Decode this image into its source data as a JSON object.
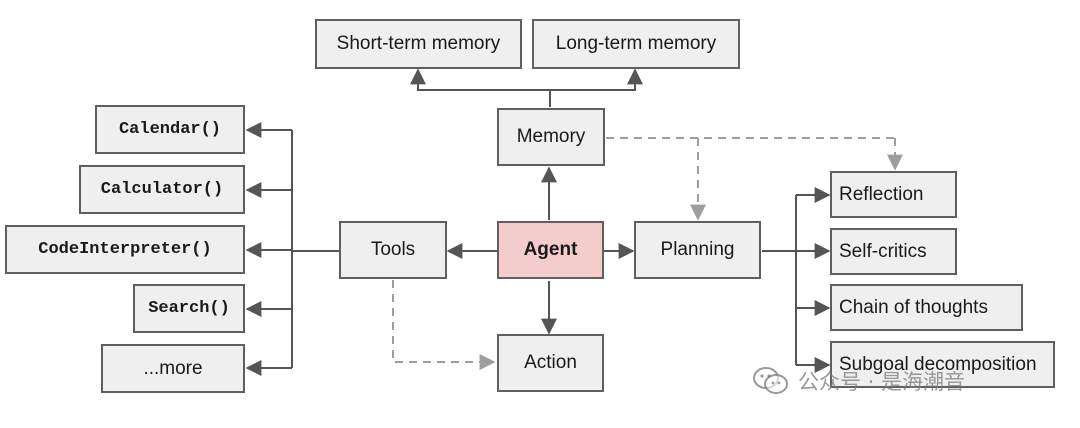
{
  "nodes": {
    "short_term_memory": "Short-term memory",
    "long_term_memory": "Long-term memory",
    "memory": "Memory",
    "agent": "Agent",
    "tools": "Tools",
    "planning": "Planning",
    "action": "Action",
    "calendar": "Calendar()",
    "calculator": "Calculator()",
    "code_interpreter": "CodeInterpreter()",
    "search": "Search()",
    "more": "...more",
    "reflection": "Reflection",
    "self_critics": "Self-critics",
    "chain_of_thoughts": "Chain of thoughts",
    "subgoal_decomposition": "Subgoal decomposition"
  },
  "watermark": {
    "text": "公众号 · 是海潮音",
    "icon": "wechat-icon"
  },
  "colors": {
    "box_fill": "#efefef",
    "box_border": "#5f5f5f",
    "agent_fill": "#f4cccc",
    "solid_line": "#555555",
    "dashed_line": "#9e9e9e"
  }
}
